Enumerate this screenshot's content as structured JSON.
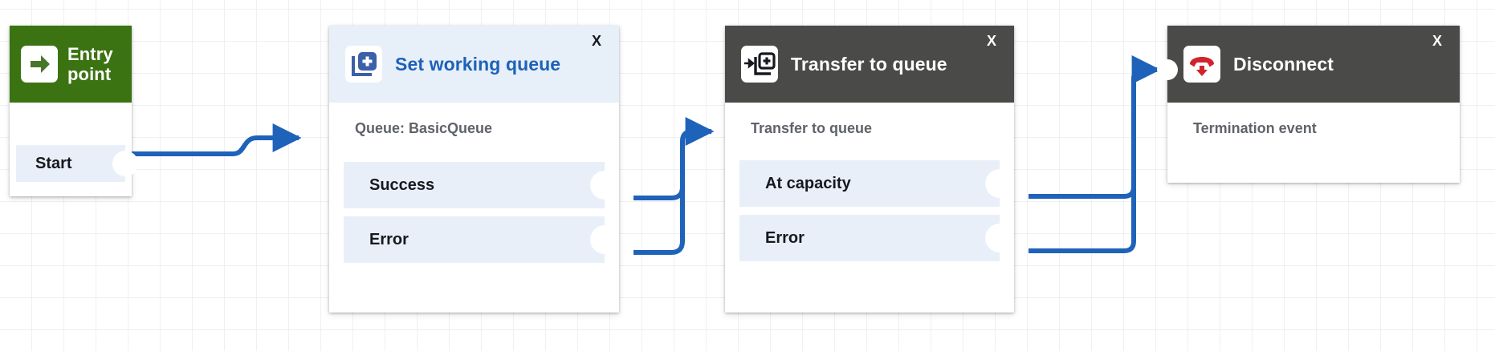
{
  "canvas": {
    "grid_color": "#f0f0f0",
    "background": "#ffffff",
    "wire_color": "#1f62b9"
  },
  "nodes": [
    {
      "id": "entry-point",
      "title": "Entry point",
      "icon": "arrow-right-boxed-icon",
      "header_style": "green",
      "header_color": "#3c7312",
      "closable": false,
      "subtitle": null,
      "ports": [
        {
          "label": "Start",
          "kind": "output"
        }
      ]
    },
    {
      "id": "set-working-queue",
      "title": "Set working queue",
      "icon": "copy-plus-icon",
      "header_style": "blue",
      "header_color": "#e7eff9",
      "title_color": "#1d62b8",
      "closable": true,
      "close_label": "X",
      "subtitle": "Queue: BasicQueue",
      "ports": [
        {
          "label": "Success",
          "kind": "output"
        },
        {
          "label": "Error",
          "kind": "output"
        }
      ]
    },
    {
      "id": "transfer-to-queue",
      "title": "Transfer to queue",
      "icon": "transfer-copy-plus-icon",
      "header_style": "dark",
      "header_color": "#4a4a48",
      "closable": true,
      "close_label": "X",
      "subtitle": "Transfer to queue",
      "ports": [
        {
          "label": "At capacity",
          "kind": "output"
        },
        {
          "label": "Error",
          "kind": "output"
        }
      ]
    },
    {
      "id": "disconnect",
      "title": "Disconnect",
      "icon": "phone-hangup-icon",
      "header_style": "dark",
      "header_color": "#4a4a48",
      "closable": true,
      "close_label": "X",
      "subtitle": "Termination event",
      "ports": []
    }
  ],
  "connections": [
    {
      "from": "entry-point.Start",
      "to": "set-working-queue"
    },
    {
      "from": "set-working-queue.Success",
      "to": "transfer-to-queue"
    },
    {
      "from": "set-working-queue.Error",
      "to": "transfer-to-queue"
    },
    {
      "from": "transfer-to-queue.At capacity",
      "to": "disconnect"
    },
    {
      "from": "transfer-to-queue.Error",
      "to": "disconnect"
    }
  ]
}
